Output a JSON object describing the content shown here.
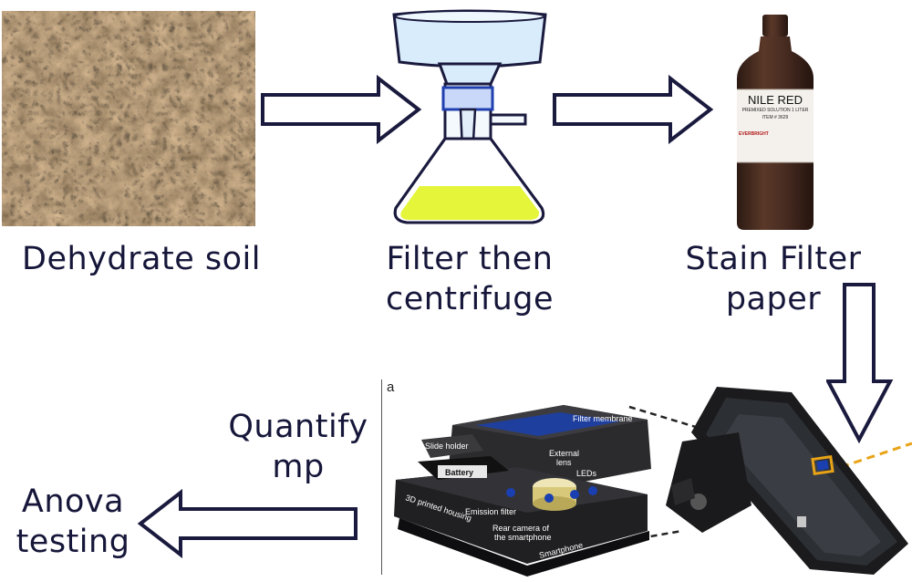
{
  "steps": {
    "dehydrate": "Dehydrate soil",
    "filter_line1": "Filter then",
    "filter_line2": "centrifuge",
    "stain_line1": "Stain Filter",
    "stain_line2": "paper",
    "quantify_line1": "Quantify",
    "quantify_line2": "mp",
    "anova_line1": "Anova",
    "anova_line2": "testing"
  },
  "bottle": {
    "title": "NILE RED",
    "subtitle": "PREMIXED SOLUTION  1 LITER",
    "item": "ITEM # 3629",
    "brand": "EVERBRIGHT"
  },
  "device": {
    "panel_letter": "a",
    "labels": {
      "filter_membrane": "Filter membrane",
      "slide_holder": "Slide holder",
      "external_lens_1": "External",
      "external_lens_2": "lens",
      "leds": "LEDs",
      "battery": "Battery",
      "printed_housing": "3D printed housing",
      "emission_filter": "Emission filter",
      "rear_camera_1": "Rear camera of",
      "rear_camera_2": "the smartphone",
      "smartphone": "Smartphone"
    }
  },
  "colors": {
    "text": "#16163a",
    "arrow_stroke": "#1a1a3e",
    "flask_liquid": "#e4f53a",
    "funnel": "#d8ecfb",
    "bottle": "#4a2d22",
    "laser": "#e8a317",
    "device_blue": "#1a3fb0"
  }
}
